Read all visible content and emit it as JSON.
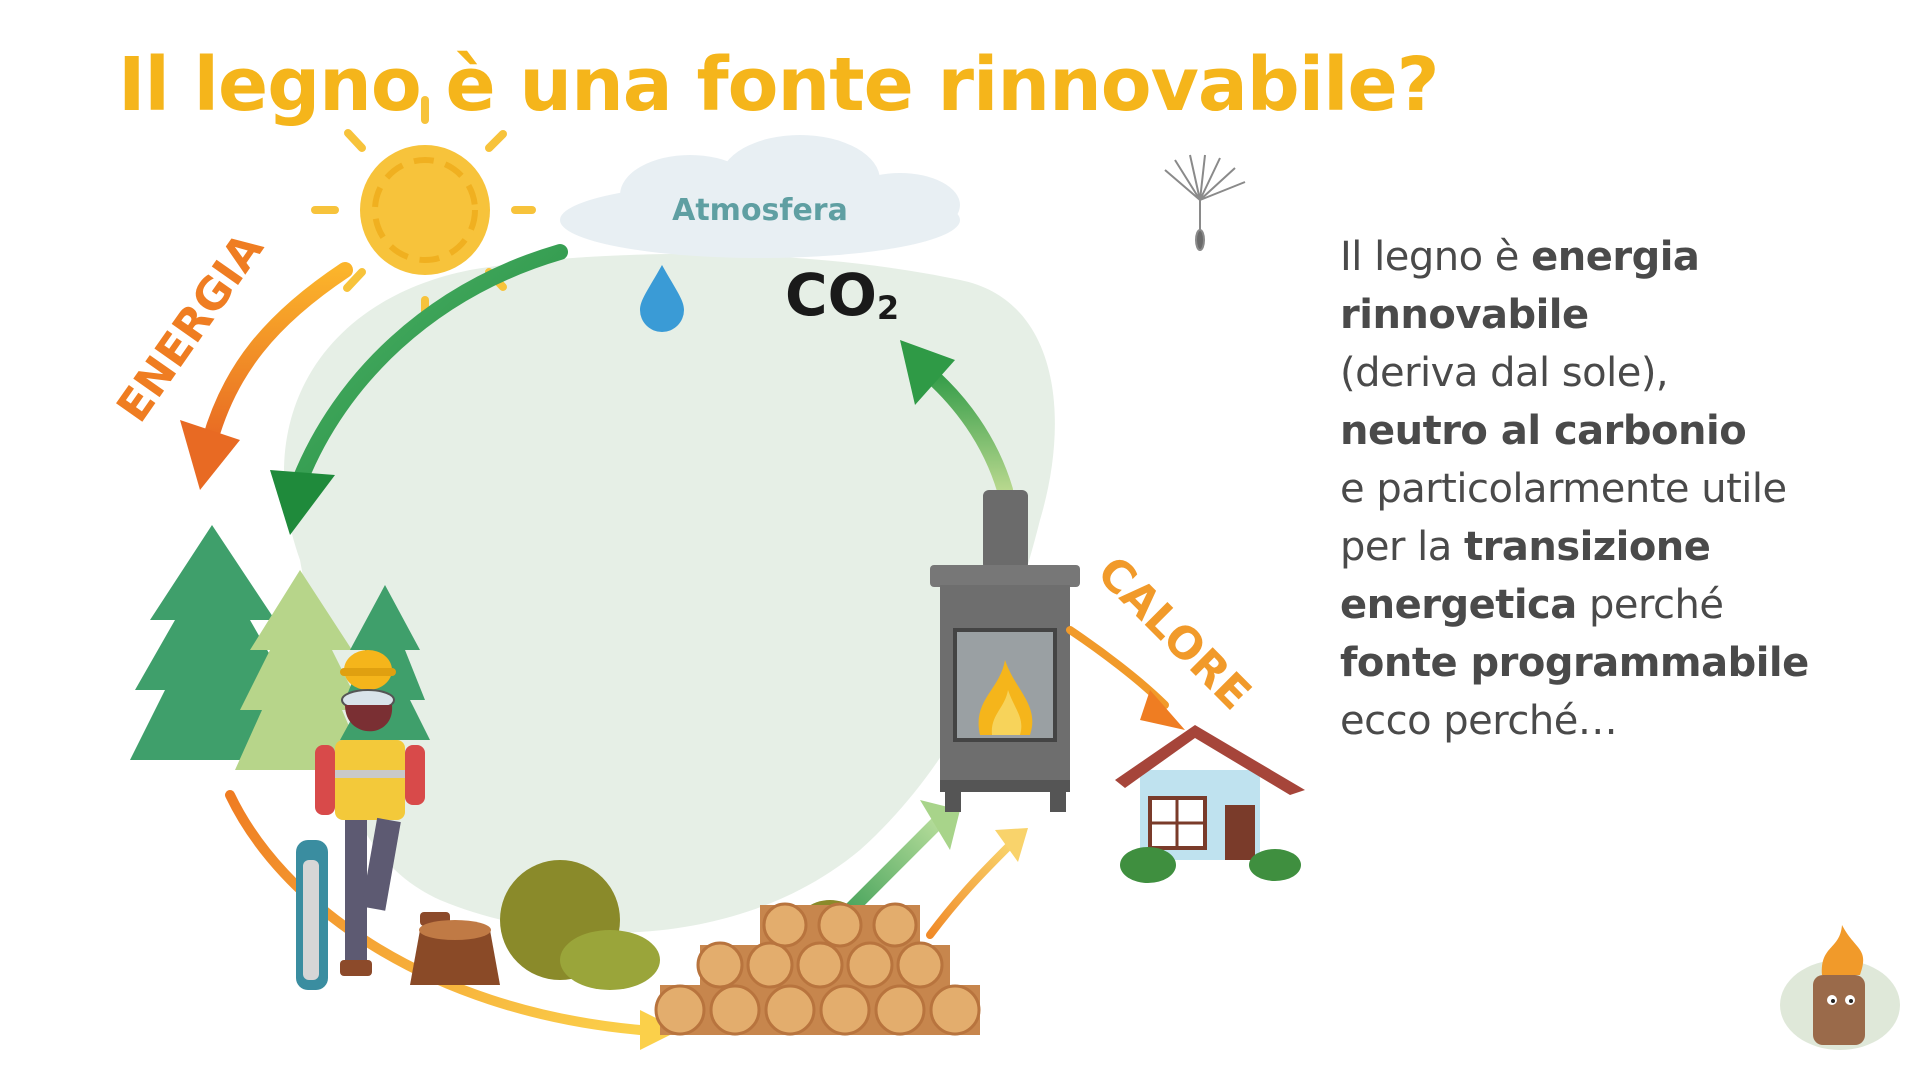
{
  "title": "Il legno è una fonte rinnovabile?",
  "diagram": {
    "atmosphere_label": "Atmosfera",
    "co2_label": "CO",
    "co2_subscript": "2",
    "energy_label": "ENERGIA",
    "heat_label": "CALORE"
  },
  "description": [
    {
      "text": "Il legno è ",
      "bold": false
    },
    {
      "text": "energia rinnovabile",
      "bold": true
    },
    {
      "text": "(deriva dal sole),",
      "bold": false
    },
    {
      "text": "neutro al carbonio",
      "bold": true
    },
    {
      "text": "e particolarmente utile",
      "bold": false
    },
    {
      "text": "per la ",
      "bold": false
    },
    {
      "text": "transizione energetica",
      "bold": true
    },
    {
      "text": " perché",
      "bold": false
    },
    {
      "text": "fonte programmabile",
      "bold": true
    },
    {
      "text": "ecco perché…",
      "bold": false
    }
  ],
  "colors": {
    "title": "#f5b51b",
    "energy_orange": "#ef7d22",
    "heat_orange": "#f19a2a",
    "green_arrow": "#2f9a46",
    "light_green_bg": "#e6efe6",
    "atmosphere_text": "#5f9fa2"
  }
}
